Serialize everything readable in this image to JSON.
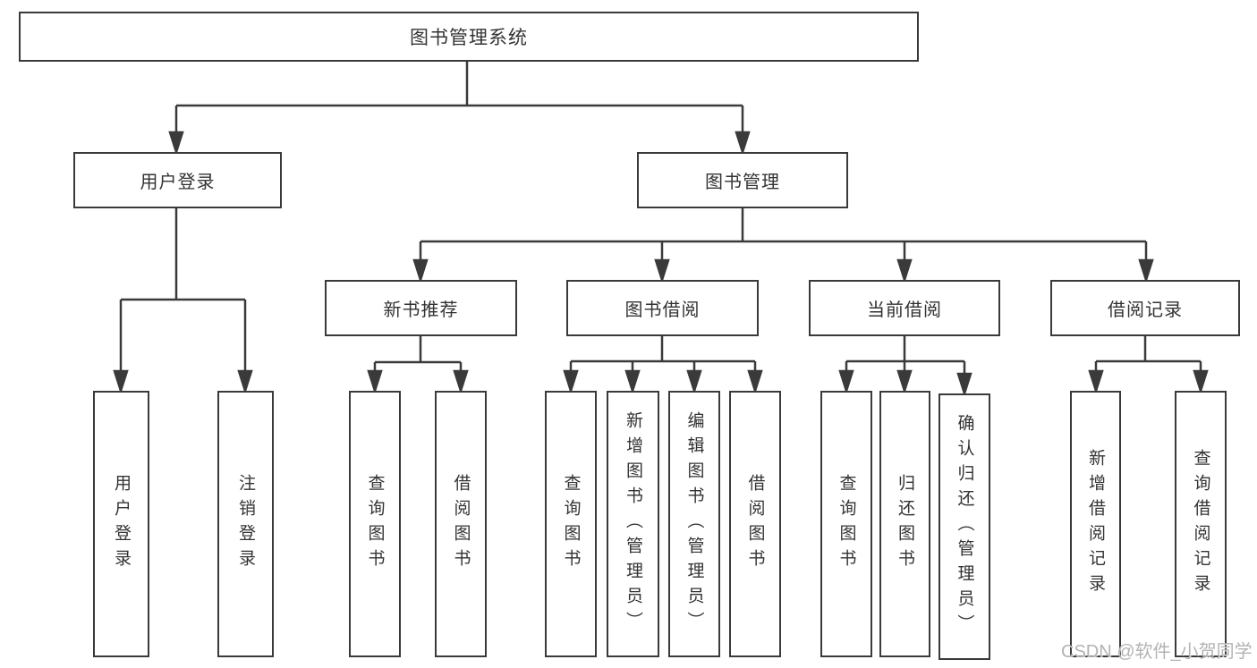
{
  "tree": {
    "label": "图书管理系统",
    "children": [
      {
        "label": "用户登录",
        "children": [
          {
            "label": "用户登录"
          },
          {
            "label": "注销登录"
          }
        ]
      },
      {
        "label": "图书管理",
        "children": [
          {
            "label": "新书推荐",
            "children": [
              {
                "label": "查询图书"
              },
              {
                "label": "借阅图书"
              }
            ]
          },
          {
            "label": "图书借阅",
            "children": [
              {
                "label": "查询图书"
              },
              {
                "label": "新增图书（管理员）"
              },
              {
                "label": "编辑图书（管理员）"
              },
              {
                "label": "借阅图书"
              }
            ]
          },
          {
            "label": "当前借阅",
            "children": [
              {
                "label": "查询图书"
              },
              {
                "label": "归还图书"
              },
              {
                "label": "确认归还（管理员）"
              }
            ]
          },
          {
            "label": "借阅记录",
            "children": [
              {
                "label": "新增借阅记录"
              },
              {
                "label": "查询借阅记录"
              }
            ]
          }
        ]
      }
    ]
  },
  "watermark": {
    "text": "CSDN @软件_小贺同学",
    "color": "#b3b3b3"
  },
  "colors": {
    "line": "#3a3a3a",
    "box_border": "#3a3a3a",
    "text": "#333333",
    "background": "#ffffff"
  }
}
